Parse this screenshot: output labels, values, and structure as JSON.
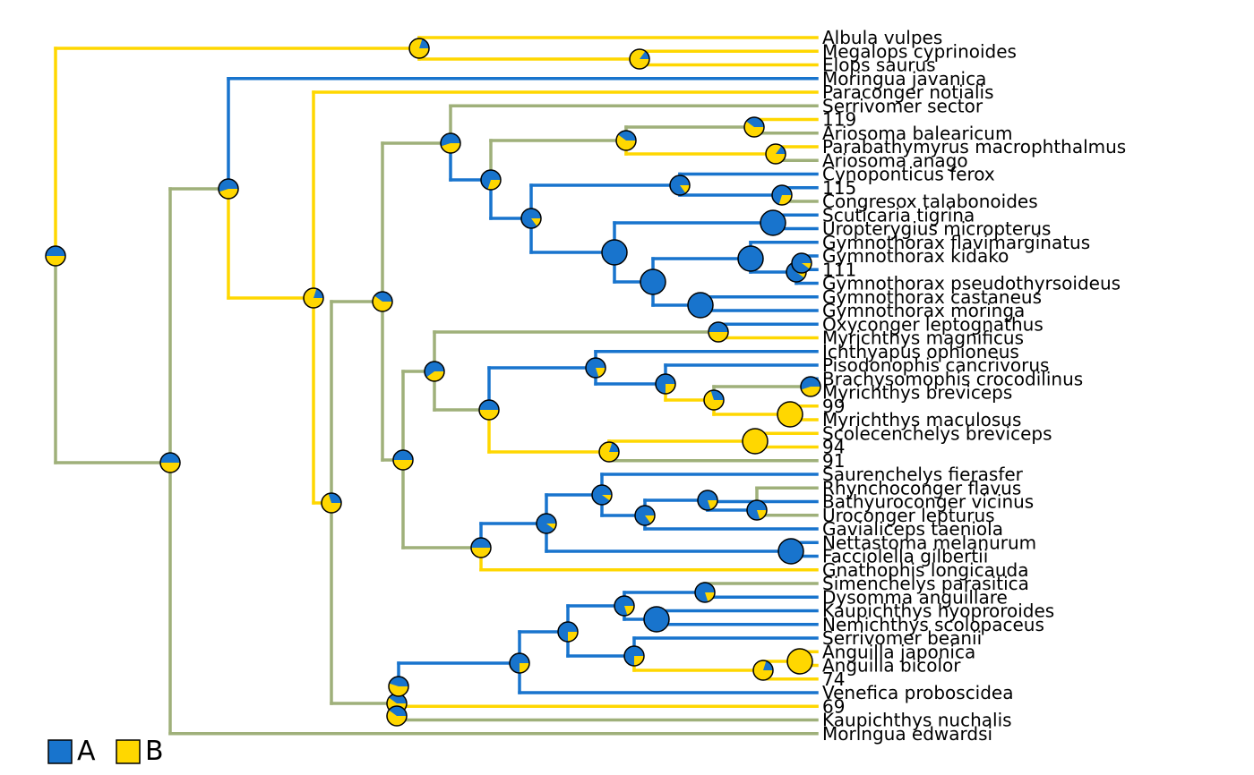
{
  "colors": {
    "A": "#1874CD",
    "B": "#FFD700",
    "mixed": "#9FB07A",
    "outline": "#000000"
  },
  "legend": [
    {
      "state": "A",
      "label": "A",
      "color": "#1874CD"
    },
    {
      "state": "B",
      "label": "B",
      "color": "#FFD700"
    }
  ],
  "tips": [
    "Albula vulpes",
    "Megalops cyprinoides",
    "Elops saurus",
    "Moringua javanica",
    "Paraconger notialis",
    "Serrivomer sector",
    "119",
    "Ariosoma balearicum",
    "Parabathymyrus macrophthalmus",
    "Ariosoma anago",
    "Cynoponticus ferox",
    "115",
    "Congresox talabonoides",
    "Scuticaria tigrina",
    "Uropterygius micropterus",
    "Gymnothorax flavimarginatus",
    "Gymnothorax kidako",
    "111",
    "Gymnothorax pseudothyrsoideus",
    "Gymnothorax castaneus",
    "Gymnothorax moringa",
    "Oxyconger leptognathus",
    "Myrichthys magnificus",
    "Ichthyapus ophioneus",
    "Pisodonophis cancrivorus",
    "Brachysomophis crocodilinus",
    "Myrichthys breviceps",
    "99",
    "Myrichthys maculosus",
    "Scolecenchelys breviceps",
    "94",
    "91",
    "Saurenchelys fierasfer",
    "Rhynchoconger flavus",
    "Bathyuroconger vicinus",
    "Uroconger lepturus",
    "Gavialiceps taeniola",
    "Nettastoma melanurum",
    "Facciolella gilbertii",
    "Gnathophis longicauda",
    "Simenchelys parasitica",
    "Dysomma anguillare",
    "Kaupichthys hyoproroides",
    "Nemichthys scolopaceus",
    "Serrivomer beanii",
    "Anguilla japonica",
    "Anguilla bicolor",
    "74",
    "Venefica proboscidea",
    "69",
    "Kaupichthys nuchalis",
    "Moringua edwardsi"
  ]
}
